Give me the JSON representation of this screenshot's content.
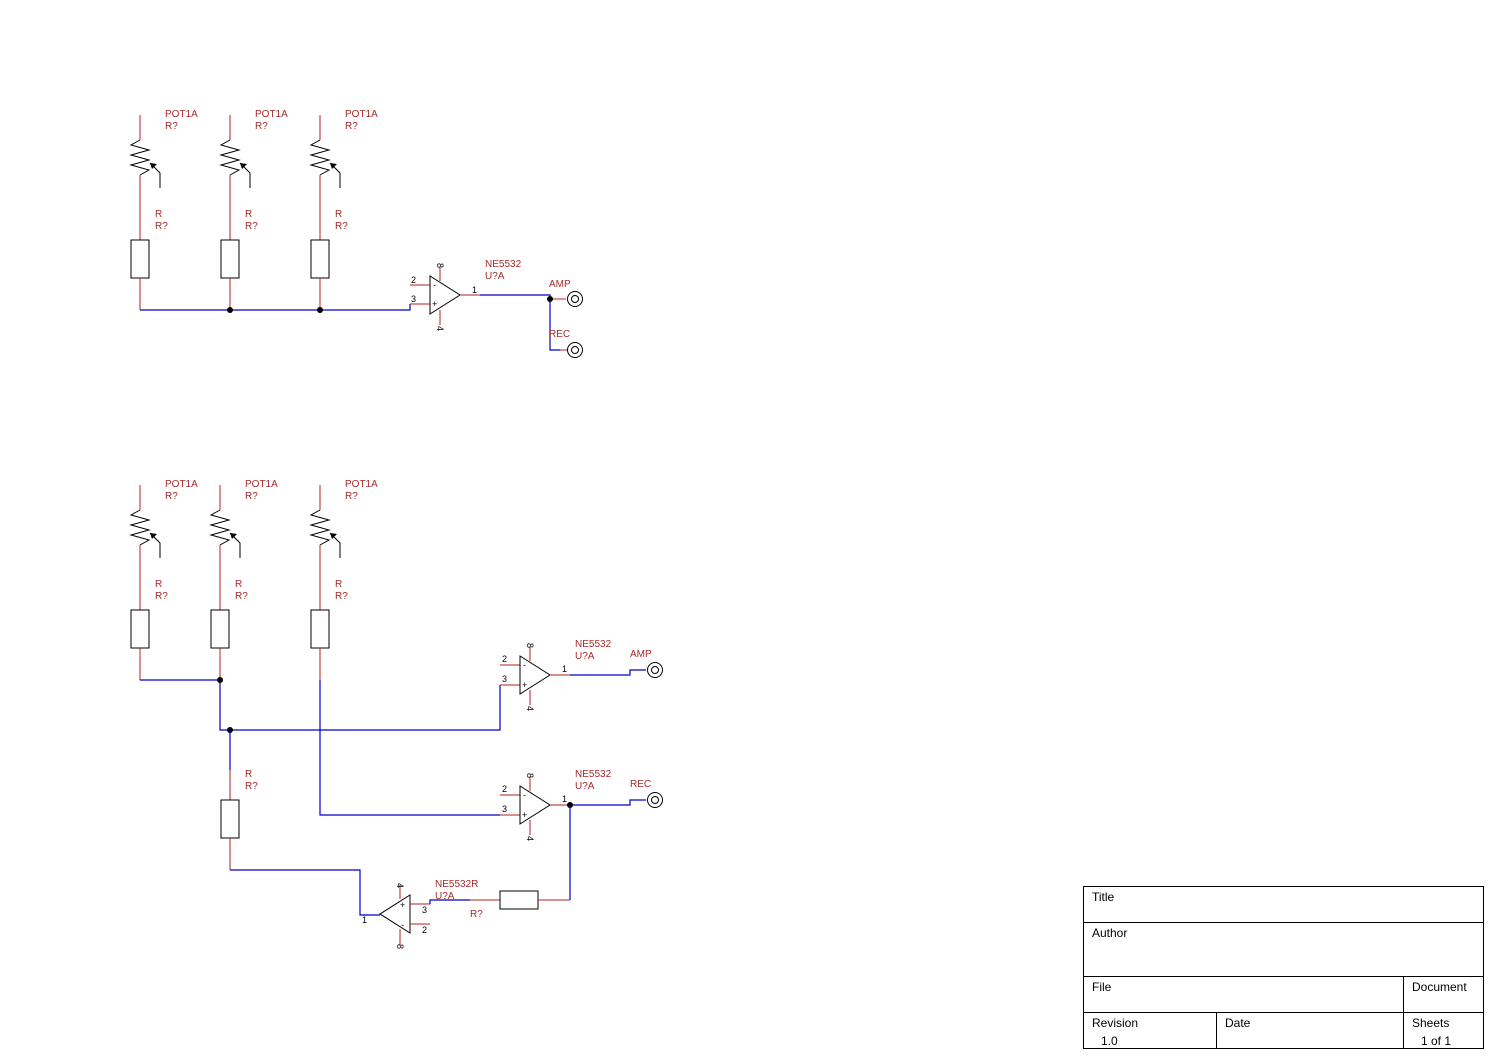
{
  "labels": {
    "pot_value": "POT1A",
    "pot_ref": "R?",
    "res_value": "R",
    "res_ref": "R?",
    "opamp_value": "NE5532",
    "opamp_ref": "U?A",
    "opamp_value_r": "NE5532R",
    "amp_port": "AMP",
    "rec_port": "REC"
  },
  "pins": {
    "p1": "1",
    "p2": "2",
    "p3": "3",
    "p4": "4",
    "p8": "8"
  },
  "title_block": {
    "title_label": "Title",
    "author_label": "Author",
    "file_label": "File",
    "document_label": "Document",
    "revision_label": "Revision",
    "revision_value": "1.0",
    "date_label": "Date",
    "sheets_label": "Sheets",
    "sheets_value": "1 of 1"
  },
  "colors": {
    "wire": "#0000c8",
    "label": "#a52a2a",
    "lead": "#b22222",
    "body": "#000000"
  }
}
